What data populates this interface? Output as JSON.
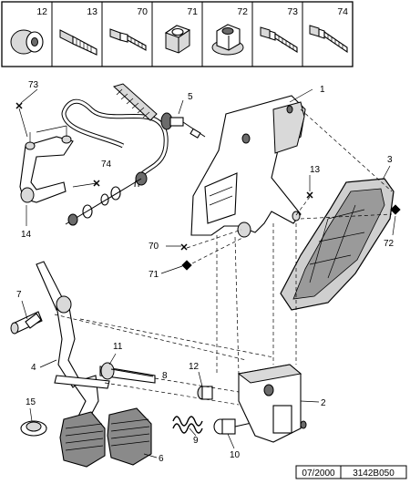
{
  "parts_strip": {
    "cells": [
      {
        "number": "12",
        "icon": "bushing-icon"
      },
      {
        "number": "13",
        "icon": "hex-bolt-icon"
      },
      {
        "number": "70",
        "icon": "hex-screw-icon"
      },
      {
        "number": "71",
        "icon": "hex-nut-icon"
      },
      {
        "number": "72",
        "icon": "flange-nut-icon"
      },
      {
        "number": "73",
        "icon": "screw-icon"
      },
      {
        "number": "74",
        "icon": "screw-long-icon"
      }
    ]
  },
  "callouts": {
    "c1": "1",
    "c2": "2",
    "c3": "3",
    "c4": "4",
    "c5": "5",
    "c6": "6",
    "c7": "7",
    "c8": "8",
    "c9": "9",
    "c10": "10",
    "c11": "11",
    "c12": "12",
    "c13": "13",
    "c14": "14",
    "c15": "15",
    "c70": "70",
    "c71": "71",
    "c72": "72",
    "c73": "73",
    "c74": "74"
  },
  "footer": {
    "date": "07/2000",
    "reference": "3142B050"
  }
}
